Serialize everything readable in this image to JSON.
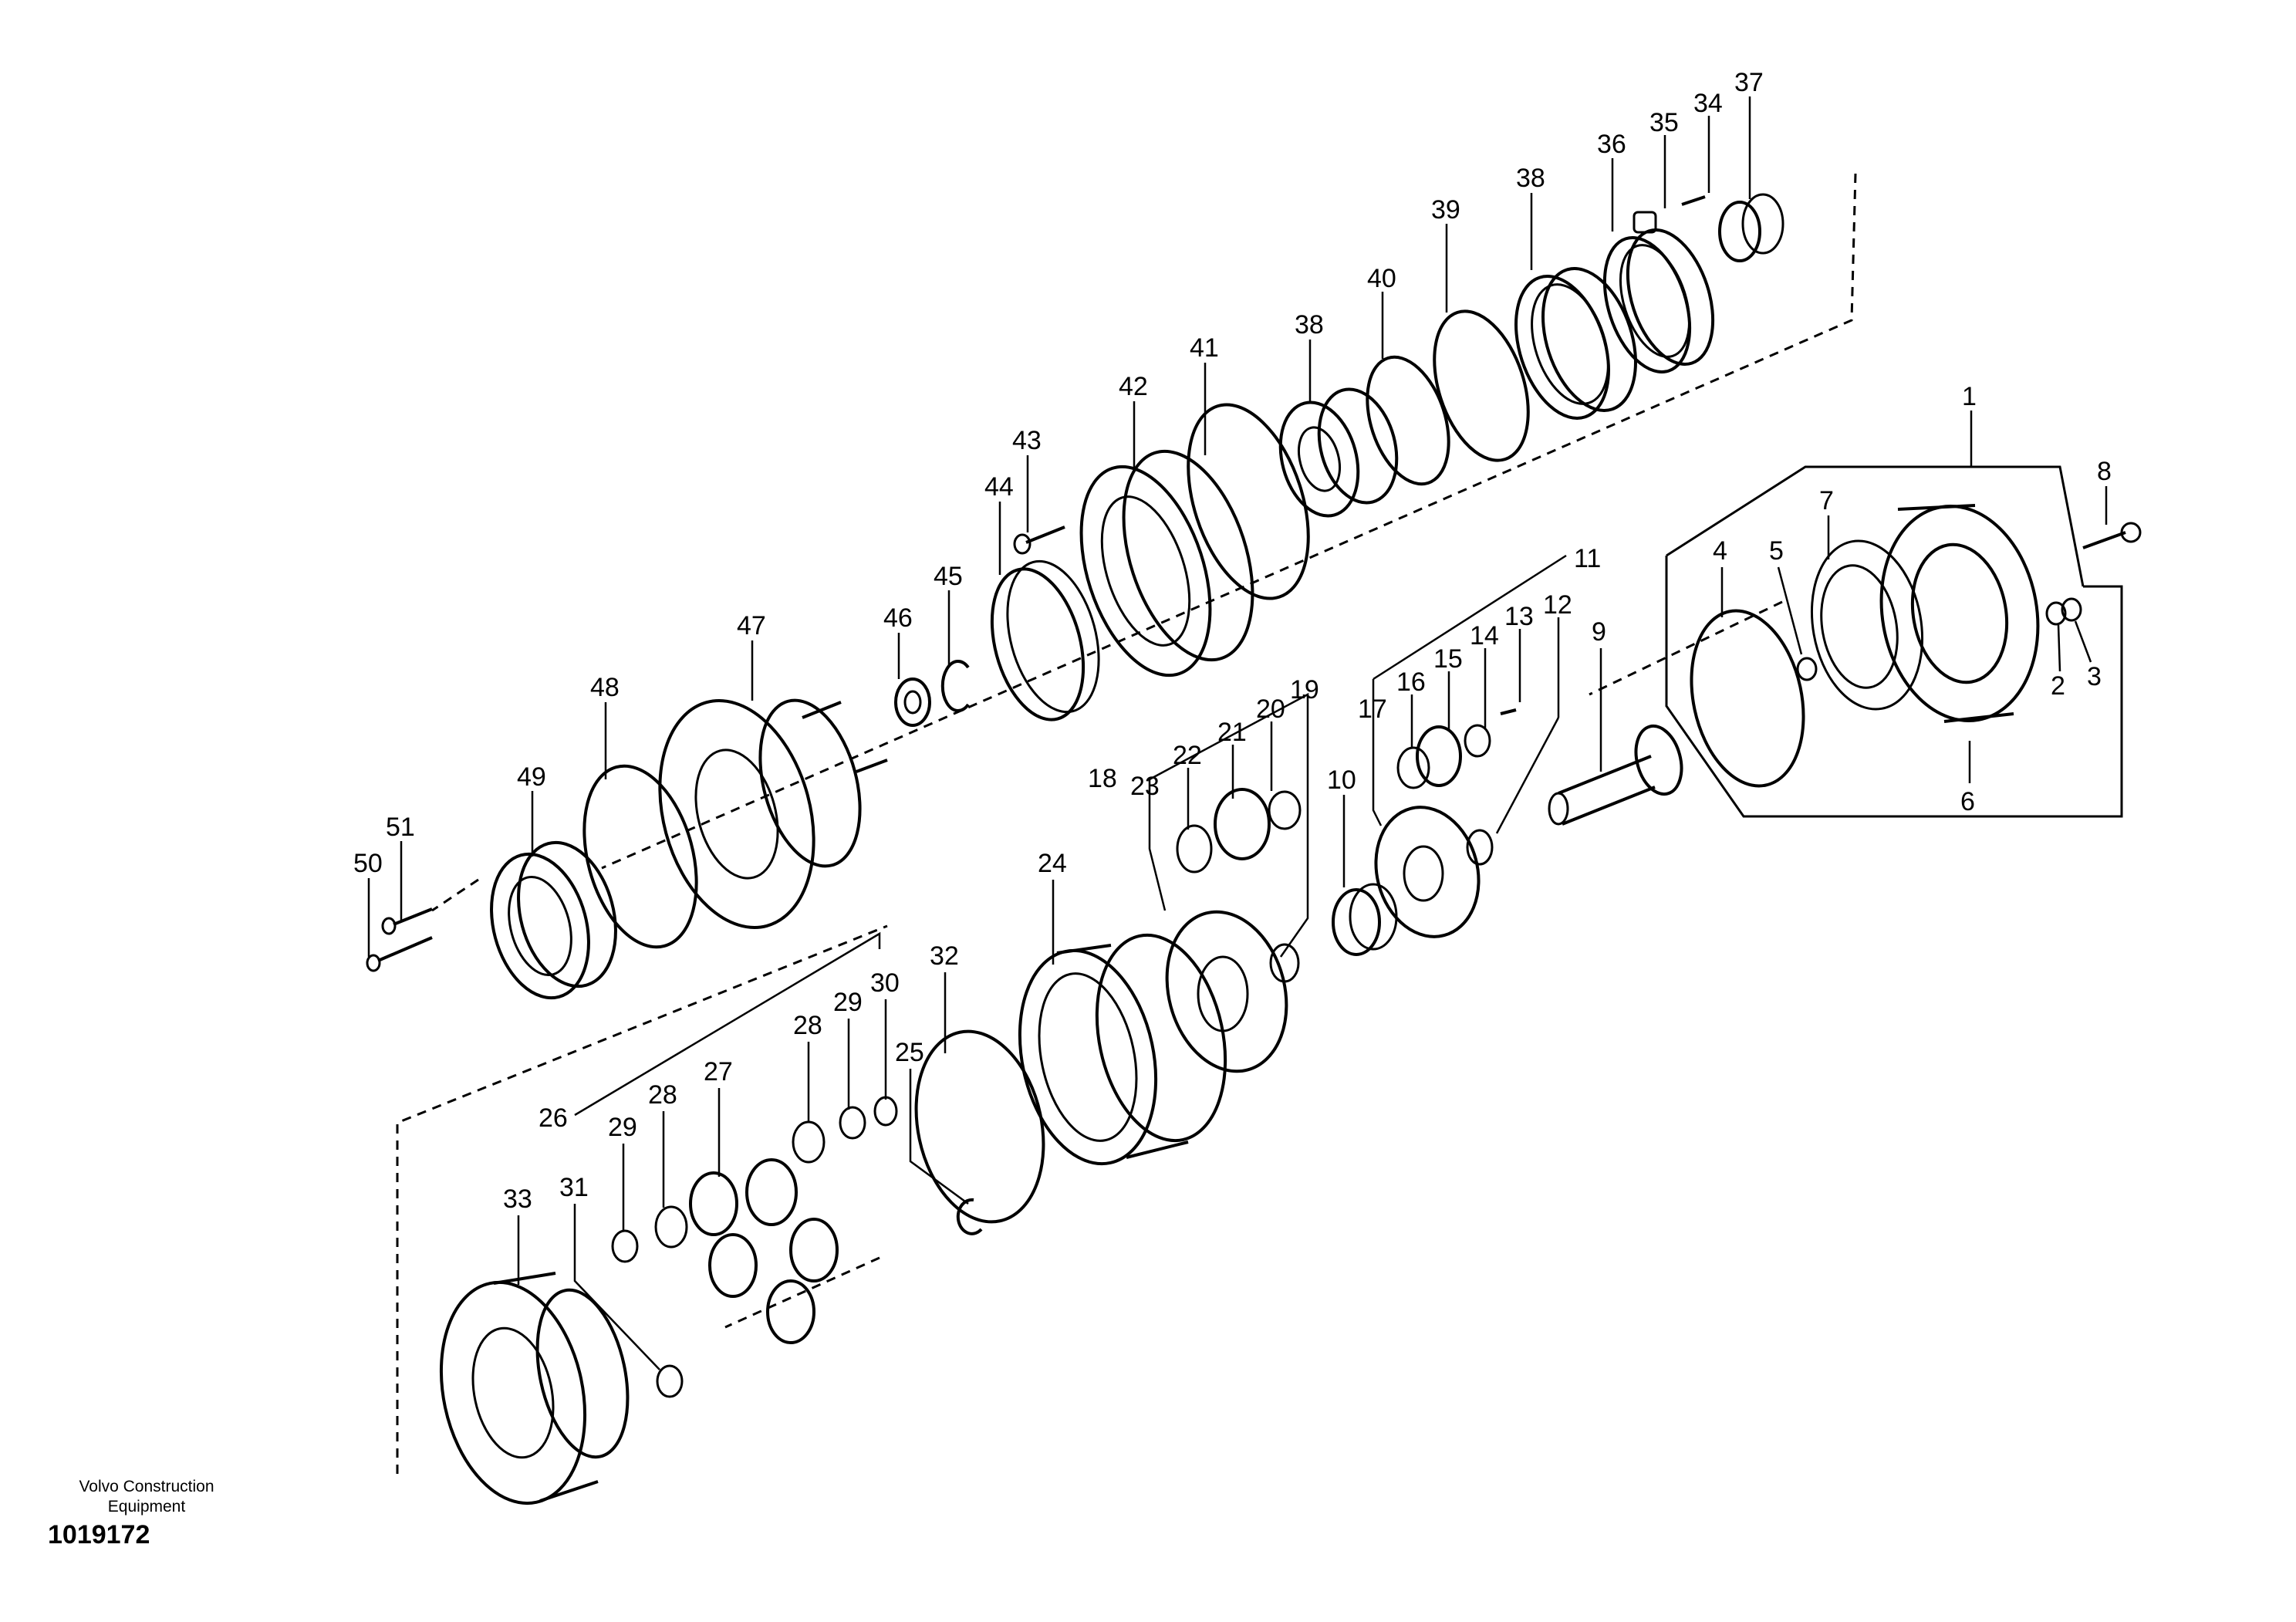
{
  "brand": {
    "line1": "Volvo Construction",
    "line2": "Equipment"
  },
  "drawing_number": "1019172",
  "callouts": [
    "1",
    "2",
    "3",
    "4",
    "5",
    "6",
    "7",
    "8",
    "9",
    "10",
    "11",
    "12",
    "13",
    "14",
    "15",
    "16",
    "17",
    "18",
    "19",
    "20",
    "21",
    "22",
    "23",
    "24",
    "25",
    "26",
    "27",
    "28",
    "28",
    "29",
    "29",
    "30",
    "31",
    "32",
    "33",
    "34",
    "35",
    "36",
    "37",
    "38",
    "38",
    "39",
    "40",
    "41",
    "42",
    "43",
    "44",
    "45",
    "46",
    "47",
    "48",
    "49",
    "50",
    "51"
  ]
}
